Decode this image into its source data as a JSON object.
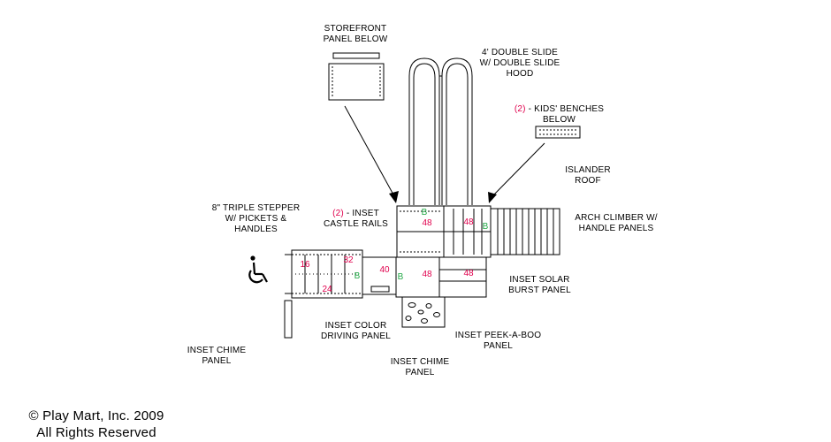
{
  "labels": {
    "storefront": "STOREFRONT\nPANEL BELOW",
    "slide": "4' DOUBLE SLIDE\nW/ DOUBLE SLIDE\nHOOD",
    "benches_count": "(2)",
    "benches_rest": " - KIDS' BENCHES",
    "benches_line2": "BELOW",
    "islander": "ISLANDER\nROOF",
    "arch_climber": "ARCH CLIMBER W/\nHANDLE PANELS",
    "castle_count": "(2)",
    "castle_rest": " - INSET",
    "castle_line2": "CASTLE RAILS",
    "stepper": "8\" TRIPLE STEPPER\nW/ PICKETS &\nHANDLES",
    "solar": "INSET SOLAR\nBURST PANEL",
    "color_driving": "INSET COLOR\nDRIVING PANEL",
    "peek": "INSET PEEK-A-BOO\nPANEL",
    "chime_left": "INSET CHIME\nPANEL",
    "chime_center": "INSET CHIME\nPANEL",
    "copyright": "© Play Mart, Inc. 2009\nAll Rights Reserved"
  },
  "deck_heights": {
    "a": "48",
    "b": "48",
    "c": "48",
    "d": "48",
    "e": "40",
    "f": "32",
    "g": "24",
    "h": "16"
  },
  "bench_marks": {
    "b1": "B",
    "b2": "B",
    "b3": "B",
    "b4": "B"
  },
  "colors": {
    "height": "#e0004d",
    "bench": "#22a846",
    "line": "#000000"
  },
  "icons": {
    "accessibility": "wheelchair-icon"
  }
}
